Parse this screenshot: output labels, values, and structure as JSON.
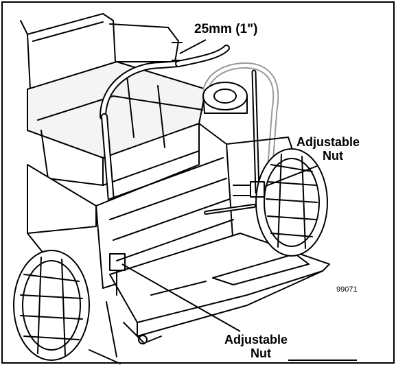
{
  "figure": {
    "callout_measurement": "25mm (1\")",
    "callout_nut_upper": {
      "line1": "Adjustable",
      "line2": "Nut"
    },
    "callout_nut_lower": {
      "line1": "Adjustable",
      "line2": "Nut"
    },
    "figure_number": "99071"
  }
}
